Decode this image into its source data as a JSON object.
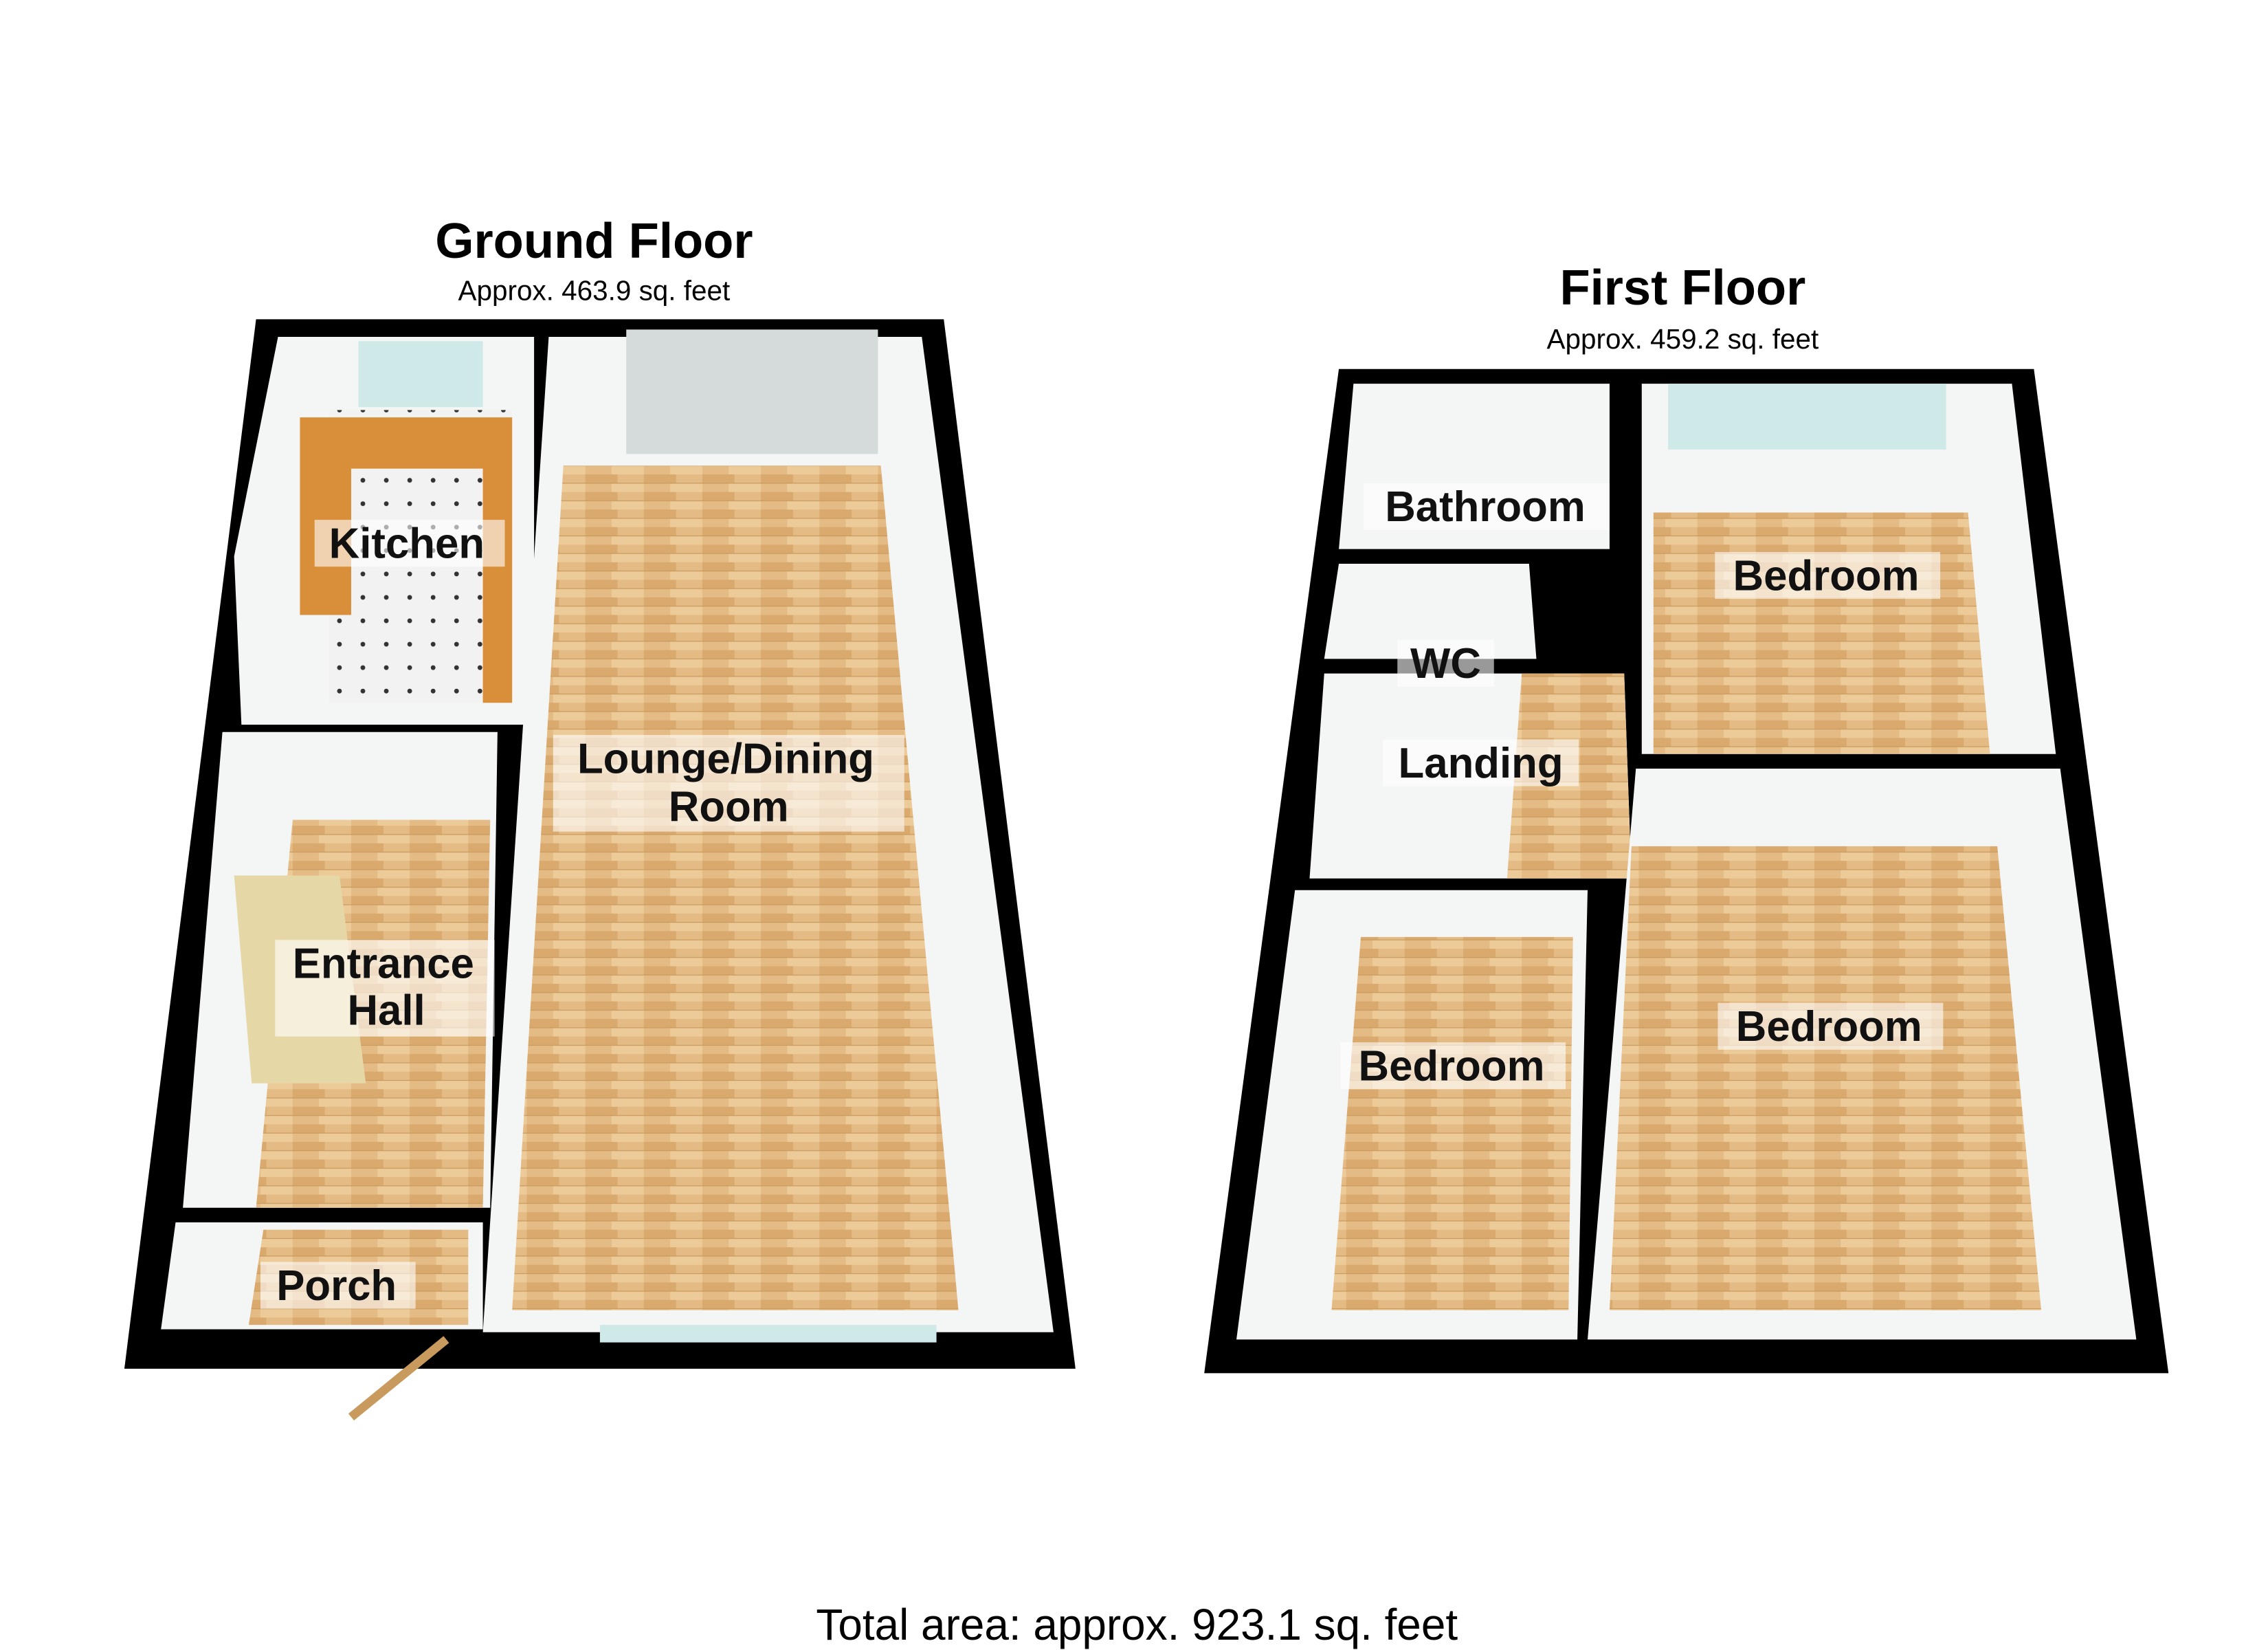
{
  "ground_floor": {
    "title": "Ground Floor",
    "area": "Approx. 463.9 sq. feet",
    "rooms": {
      "kitchen": "Kitchen",
      "lounge_line1": "Lounge/Dining",
      "lounge_line2": "Room",
      "hall_line1": "Entrance",
      "hall_line2": "Hall",
      "porch": "Porch"
    }
  },
  "first_floor": {
    "title": "First Floor",
    "area": "Approx. 459.2 sq. feet",
    "rooms": {
      "bathroom": "Bathroom",
      "wc": "WC",
      "landing": "Landing",
      "bedroom_1": "Bedroom",
      "bedroom_2": "Bedroom",
      "bedroom_3": "Bedroom"
    }
  },
  "total_area": "Total area: approx. 923.1 sq. feet",
  "colors": {
    "wall": "#000000",
    "wood": "#e2b77f",
    "worktop": "#d98e3a",
    "wall_face": "#f4f6f6",
    "glass": "#cfe8e8"
  }
}
